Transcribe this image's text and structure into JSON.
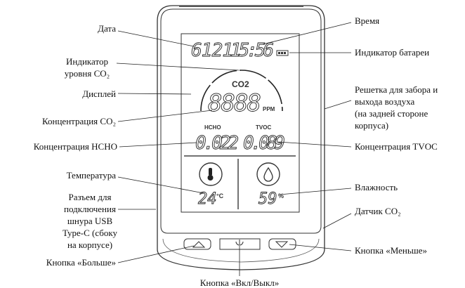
{
  "labels": {
    "date": "Дата",
    "co2_indicator": [
      "Индикатор",
      "уровня CO₂"
    ],
    "display": "Дисплей",
    "co2_conc": "Концентрация CO₂",
    "hcho_conc": "Концентрация HCHO",
    "temperature": "Температура",
    "usb": [
      "Разъем для",
      "подключения",
      "шнура USB",
      "Type-C (сбоку",
      "на корпусе)"
    ],
    "btn_up": "Кнопка «Больше»",
    "btn_power": "Кнопка «Вкл/Выкл»",
    "time": "Время",
    "battery": "Индикатор батареи",
    "grille": [
      "Решетка для забора и",
      "выхода воздуха",
      "(на задней стороне",
      "корпуса)"
    ],
    "tvoc_conc": "Концентрация TVOC",
    "humidity": "Влажность",
    "co2_sensor": "Датчик CO₂",
    "btn_down": "Кнопка «Меньше»"
  },
  "screen": {
    "date": "6121",
    "time": "15:56",
    "co2_title": "CO2",
    "co2_value": "8888",
    "co2_unit": "PPM",
    "hcho_title": "HCHO",
    "tvoc_title": "TVOC",
    "hcho_value": "0.022",
    "tvoc_value": "0.089",
    "temp_value": "24",
    "temp_unit": "°C",
    "hum_value": "59",
    "hum_unit": "%"
  }
}
